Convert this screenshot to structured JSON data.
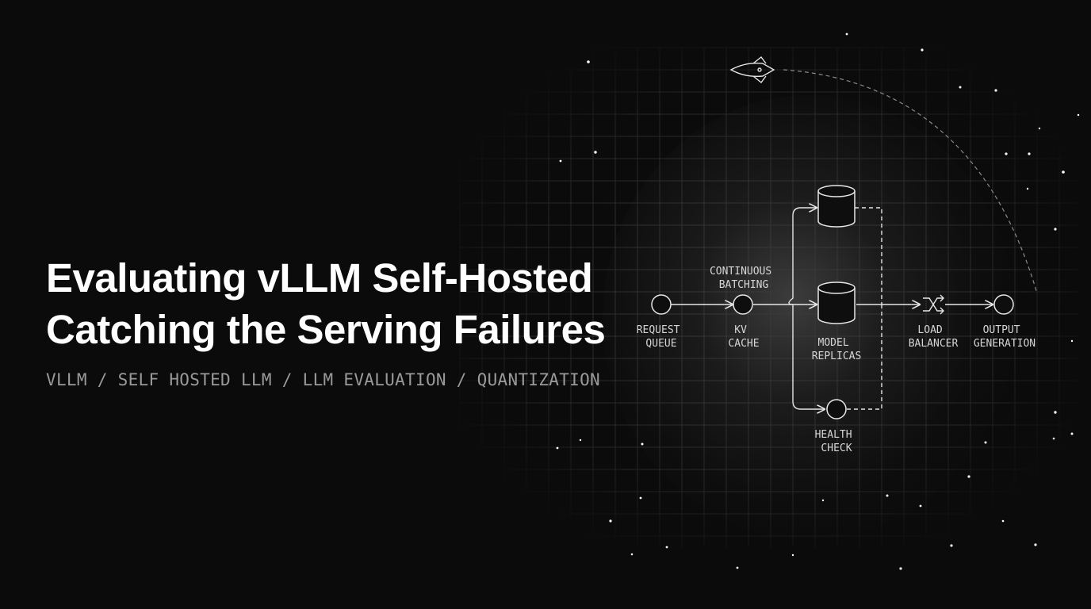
{
  "headline": {
    "line1": "Evaluating vLLM Self-Hosted",
    "line2": "Catching the Serving Failures"
  },
  "tags": [
    "VLLM",
    "SELF HOSTED LLM",
    "LLM EVALUATION",
    "QUANTIZATION"
  ],
  "tag_separator": " / ",
  "diagram": {
    "nodes": {
      "request_queue": [
        "REQUEST",
        "QUEUE"
      ],
      "continuous_batching": [
        "CONTINUOUS",
        "BATCHING"
      ],
      "kv_cache": [
        "KV",
        "CACHE"
      ],
      "model_replicas": [
        "MODEL",
        "REPLICAS"
      ],
      "load_balancer": [
        "LOAD",
        "BALANCER"
      ],
      "output_generation": [
        "OUTPUT",
        "GENERATION"
      ],
      "health_check": [
        "HEALTH",
        "CHECK"
      ]
    }
  },
  "colors": {
    "background": "#0b0b0b",
    "headline": "#ffffff",
    "tags": "#9a9a9a",
    "lines": "#e6e6e6",
    "grid": "#2a2a2a"
  }
}
